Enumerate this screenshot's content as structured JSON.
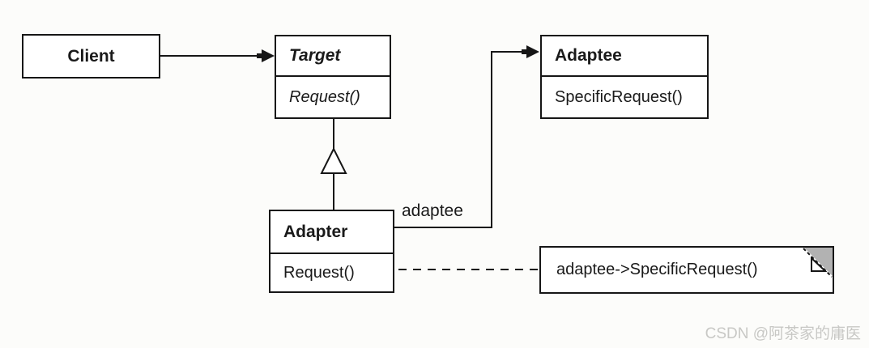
{
  "colors": {
    "background": "#fcfcfa",
    "line": "#161616",
    "box_fill": "#ffffff",
    "note_fold_gray": "#b2b2b2",
    "watermark_gray": "#c8c8c5"
  },
  "classes": {
    "client": {
      "name": "Client",
      "abstract": false,
      "methods": []
    },
    "target": {
      "name": "Target",
      "abstract": true,
      "methods": [
        {
          "label": "Request()",
          "abstract": true
        }
      ]
    },
    "adaptee": {
      "name": "Adaptee",
      "abstract": false,
      "methods": [
        {
          "label": "SpecificRequest()",
          "abstract": false
        }
      ]
    },
    "adapter": {
      "name": "Adapter",
      "abstract": false,
      "methods": [
        {
          "label": "Request()",
          "abstract": false
        }
      ]
    }
  },
  "labels": {
    "adaptee_role": "adaptee"
  },
  "note": {
    "text": "adaptee->SpecificRequest()"
  },
  "relations": [
    {
      "from": "Client",
      "to": "Target",
      "type": "association-arrow"
    },
    {
      "from": "Adapter",
      "to": "Target",
      "type": "inheritance-hollow-triangle"
    },
    {
      "from": "Adapter",
      "to": "Adaptee",
      "type": "association-arrow",
      "label": "adaptee"
    },
    {
      "from": "Adapter.Request()",
      "to": "note",
      "type": "dashed-note-link-with-circle"
    }
  ],
  "watermark": {
    "text": "CSDN @阿茶家的庸医"
  }
}
